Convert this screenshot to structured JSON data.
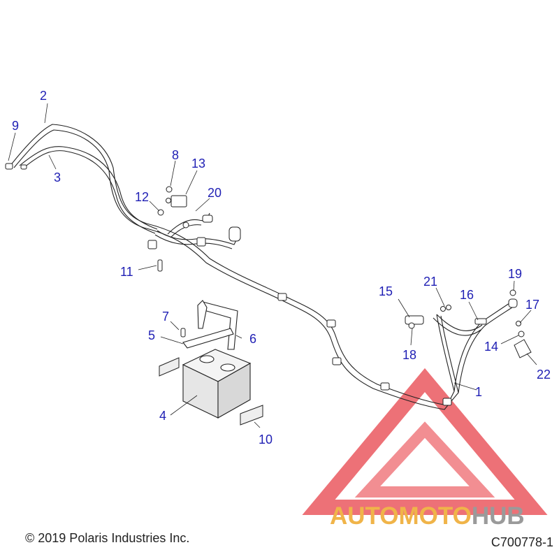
{
  "callouts": [
    "1",
    "2",
    "3",
    "4",
    "5",
    "6",
    "7",
    "8",
    "9",
    "10",
    "11",
    "12",
    "13",
    "14",
    "15",
    "16",
    "17",
    "18",
    "19",
    "20",
    "21",
    "22"
  ],
  "copyright": "© 2019 Polaris Industries Inc.",
  "part_number": "C700778-1",
  "watermark": {
    "part1": "AUTOMOTO",
    "part2": "HUB"
  },
  "colors": {
    "callout": "#1f1fb4",
    "watermark_red": "#e8424a",
    "watermark_orange": "#f0b449",
    "watermark_gray": "#9a9a9a"
  }
}
